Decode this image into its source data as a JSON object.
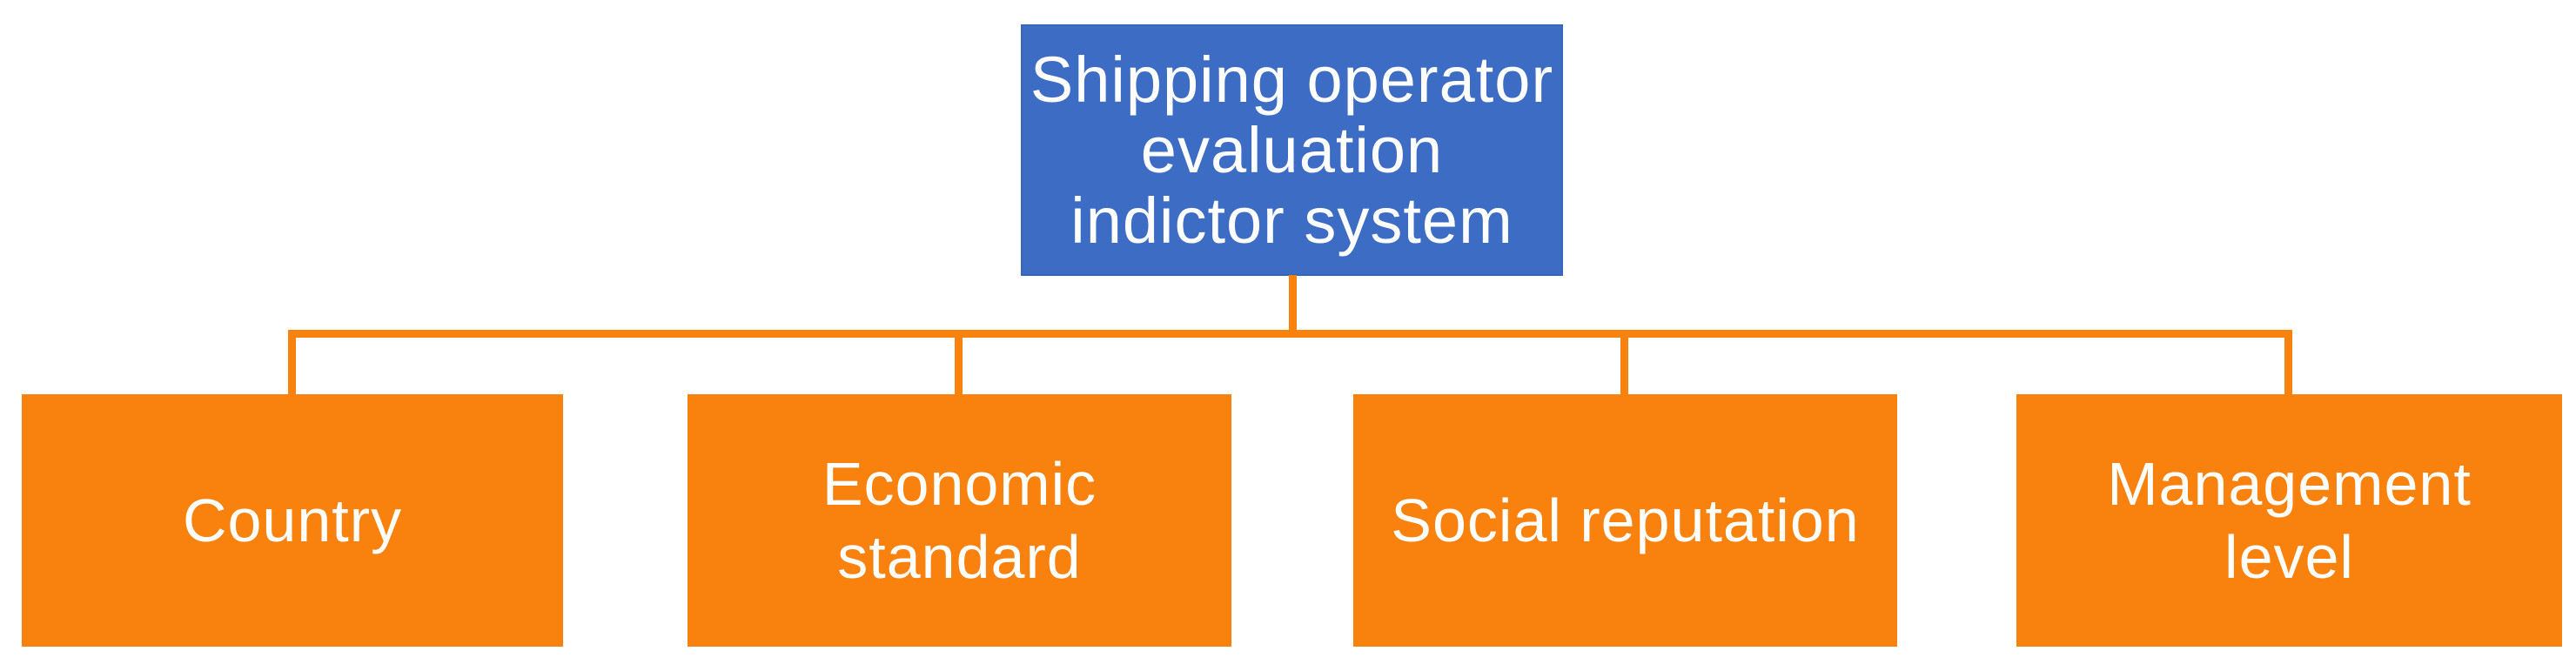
{
  "diagram": {
    "title_semantic": "Shipping operator evaluation indicator system hierarchy",
    "root": {
      "label": "Shipping operator\nevaluation\nindictor system"
    },
    "children": [
      {
        "label": "Country"
      },
      {
        "label": "Economic\nstandard"
      },
      {
        "label": "Social reputation"
      },
      {
        "label": "Management\nlevel"
      }
    ],
    "colors": {
      "root_fill": "#3d6cc4",
      "root_border": "#3566b8",
      "child_fill": "#f8820d",
      "connector": "#f7820d",
      "text": "#ffffff",
      "background": "#ffffff"
    }
  }
}
